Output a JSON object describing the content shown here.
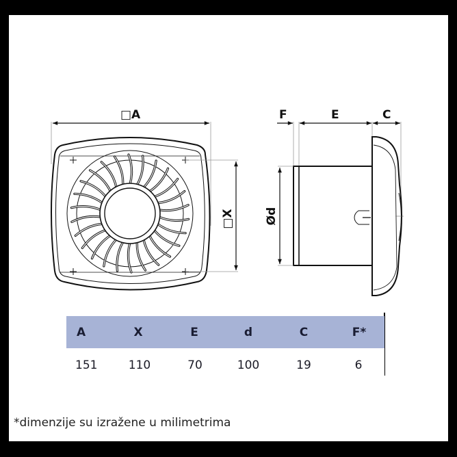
{
  "drawing": {
    "front_view": {
      "width_label": "□A",
      "height_label": "□X"
    },
    "side_view": {
      "labels": [
        "F",
        "E",
        "C"
      ],
      "diameter_label": "Ød"
    }
  },
  "table": {
    "header_color": "#a7b3d6",
    "columns": [
      "A",
      "X",
      "E",
      "d",
      "C",
      "F*"
    ],
    "values": [
      "151",
      "110",
      "70",
      "100",
      "19",
      "6"
    ]
  },
  "footnote": "*dimenzije su izražene u milimetrima"
}
